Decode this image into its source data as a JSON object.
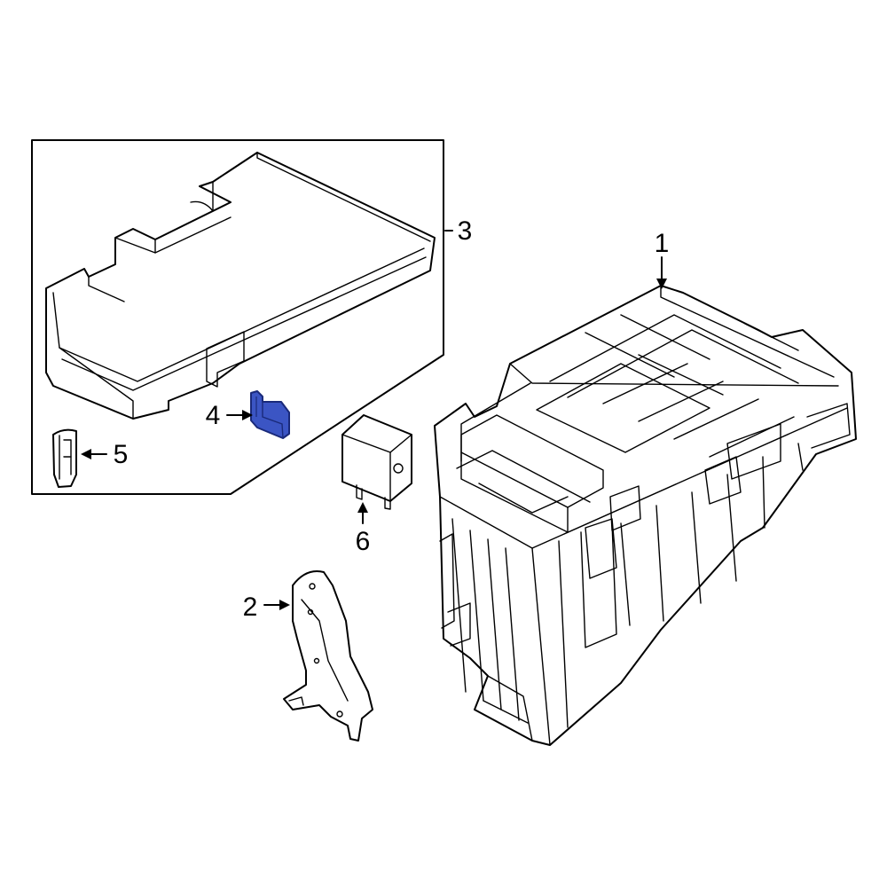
{
  "callouts": [
    {
      "number": "1",
      "part": "fuse-relay-box"
    },
    {
      "number": "2",
      "part": "mounting-bracket"
    },
    {
      "number": "3",
      "part": "cover"
    },
    {
      "number": "4",
      "part": "clip"
    },
    {
      "number": "5",
      "part": "fuse-puller"
    },
    {
      "number": "6",
      "part": "relay"
    }
  ],
  "colors": {
    "line": "#000000",
    "background": "#ffffff",
    "highlight_fill": "#3b55c4",
    "highlight_stroke": "#1a2a7a"
  },
  "highlighted_part": "4"
}
